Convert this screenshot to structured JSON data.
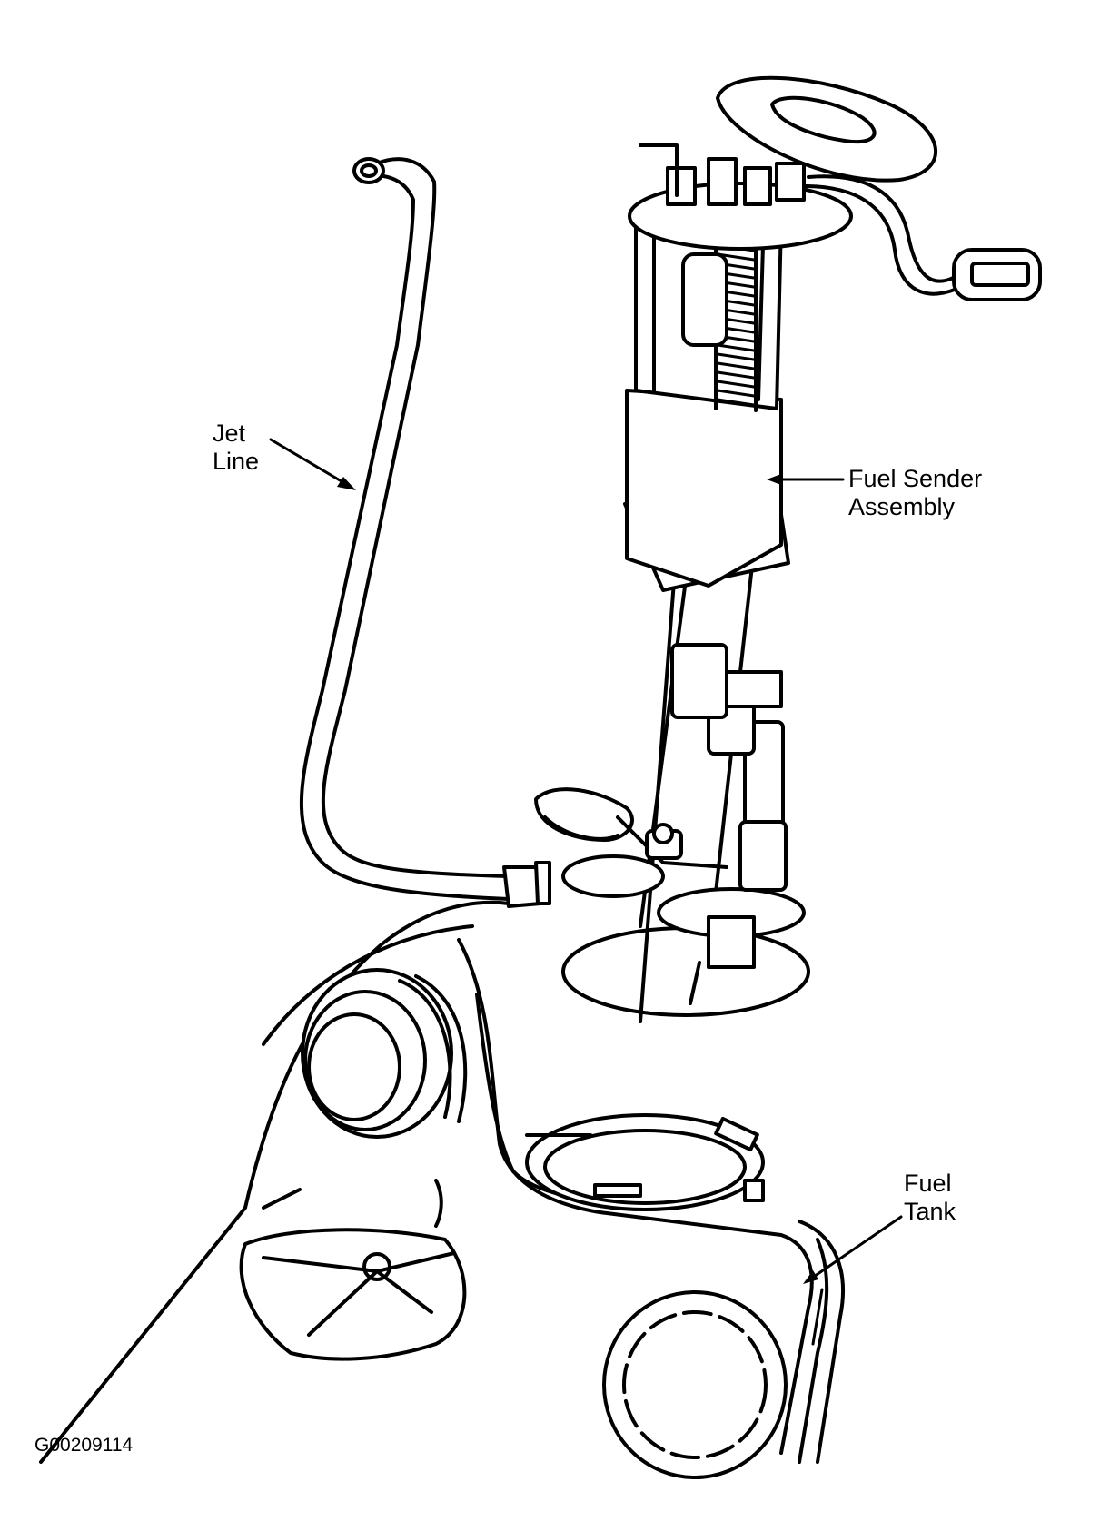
{
  "labels": {
    "jet_line": [
      "Jet",
      "Line"
    ],
    "fuel_sender": [
      "Fuel Sender",
      "Assembly"
    ],
    "fuel_tank": [
      "Fuel",
      "Tank"
    ]
  },
  "figure_code": "G00209114"
}
